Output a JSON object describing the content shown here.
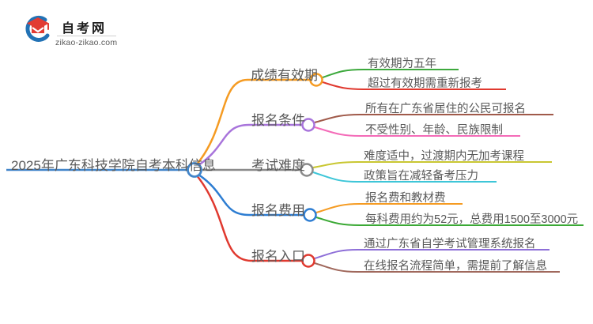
{
  "logo": {
    "title": "自考网",
    "domain": "zikao-zikao.com",
    "cap_color": "#e23b33",
    "swoosh_color": "#2272b5"
  },
  "mindmap": {
    "root": {
      "label": "2025年广东科技学院自考本科信息",
      "color": "#4285c9"
    },
    "branches": [
      {
        "label": "成绩有效期",
        "color": "#f59b22",
        "children": [
          {
            "label": "有效期为五年",
            "color": "#3da93d"
          },
          {
            "label": "超过有效期需重新报考",
            "color": "#e0392f"
          }
        ]
      },
      {
        "label": "报名条件",
        "color": "#a874db",
        "children": [
          {
            "label": "所有在广东省居住的公民可报名",
            "color": "#a05a4a"
          },
          {
            "label": "不受性别、年龄、民族限制",
            "color": "#f46bb8"
          }
        ]
      },
      {
        "label": "考试难度",
        "color": "#8a8a8a",
        "children": [
          {
            "label": "难度适中，过渡期内无加考课程",
            "color": "#c9c732"
          },
          {
            "label": "政策旨在减轻备考压力",
            "color": "#3ec6d8"
          }
        ]
      },
      {
        "label": "报名费用",
        "color": "#2d7dd2",
        "children": [
          {
            "label": "报名费和教材费",
            "color": "#f59b22"
          },
          {
            "label": "每科费用约为52元，总费用1500至3000元",
            "color": "#3ba935"
          }
        ]
      },
      {
        "label": "报名入口",
        "color": "#e0392f",
        "children": [
          {
            "label": "通过广东省自学考试管理系统报名",
            "color": "#8e6fd8"
          },
          {
            "label": "在线报名流程简单，需提前了解信息",
            "color": "#a0685c"
          }
        ]
      }
    ]
  }
}
